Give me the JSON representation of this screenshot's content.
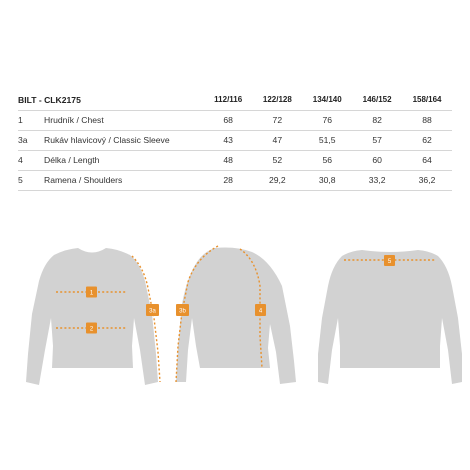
{
  "table": {
    "product_code": "BILT - CLK2175",
    "sizes": [
      "112/116",
      "122/128",
      "134/140",
      "146/152",
      "158/164"
    ],
    "rows": [
      {
        "id": "1",
        "label": "Hrudník / Chest",
        "values": [
          "68",
          "72",
          "76",
          "82",
          "88"
        ]
      },
      {
        "id": "3a",
        "label": "Rukáv hlavicový / Classic Sleeve",
        "values": [
          "43",
          "47",
          "51,5",
          "57",
          "62"
        ]
      },
      {
        "id": "4",
        "label": "Délka / Length",
        "values": [
          "48",
          "52",
          "56",
          "60",
          "64"
        ]
      },
      {
        "id": "5",
        "label": "Ramena / Shoulders",
        "values": [
          "28",
          "29,2",
          "30,8",
          "33,2",
          "36,2"
        ]
      }
    ]
  },
  "diagram": {
    "markers": {
      "chest": "1",
      "hem": "2",
      "sleeve_front": "3a",
      "sleeve_side": "3b",
      "length": "4",
      "shoulders": "5"
    },
    "colors": {
      "garment": "#d2d2d2",
      "measure": "#e8912d"
    }
  }
}
